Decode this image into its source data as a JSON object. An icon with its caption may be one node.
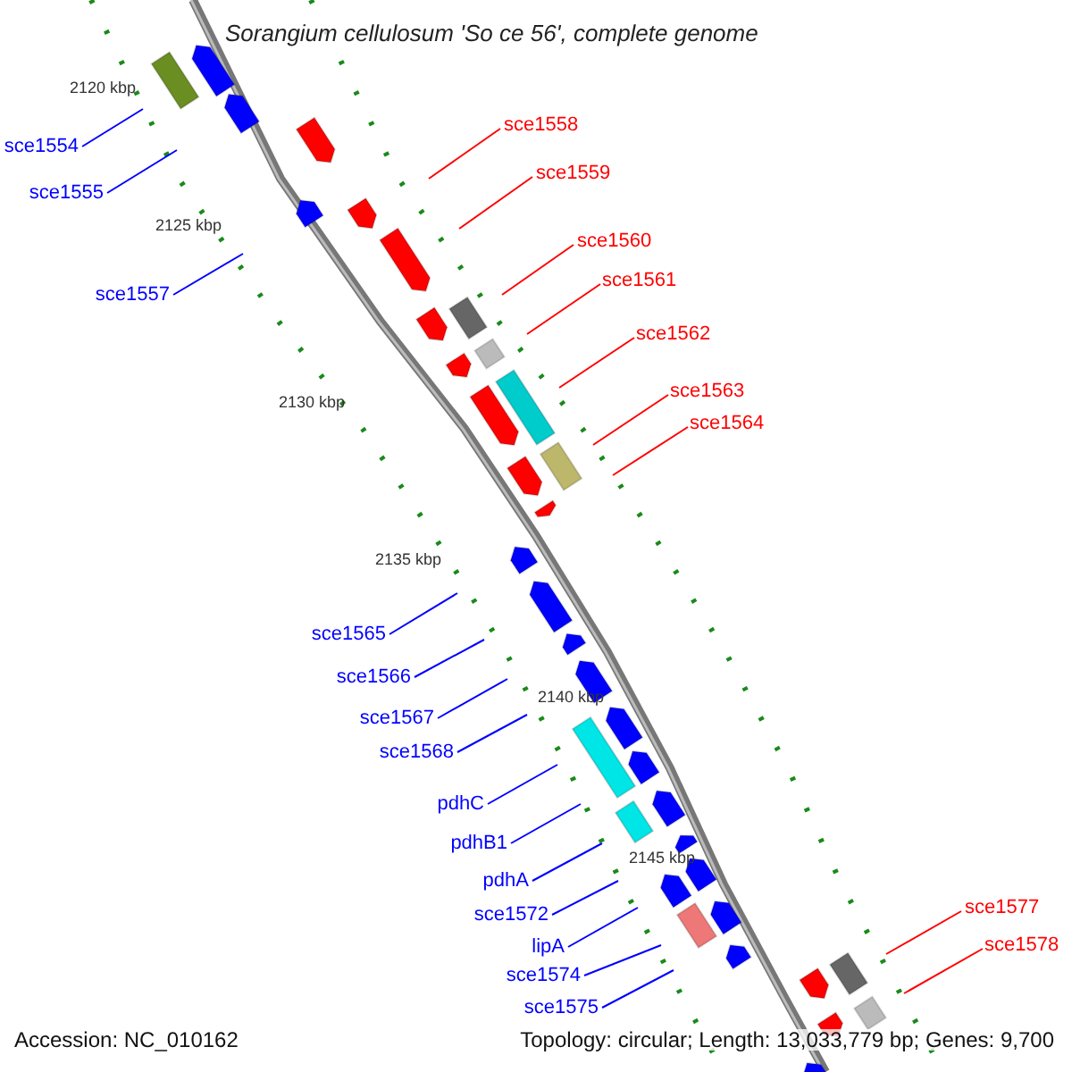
{
  "diagram": {
    "title": "Sorangium cellulosum 'So ce 56', complete genome",
    "nodes": [
      {
        "text": [
          "sce1554"
        ]
      },
      {
        "text": [
          "sce1555"
        ]
      },
      {
        "text": [
          "sce1557"
        ]
      },
      {
        "text": [
          "sce1558"
        ]
      },
      {
        "text": [
          "sce1559"
        ]
      },
      {
        "text": [
          "sce1560"
        ]
      },
      {
        "text": [
          "sce1561"
        ]
      },
      {
        "text": [
          "sce1562"
        ]
      },
      {
        "text": [
          "sce1563"
        ]
      },
      {
        "text": [
          "sce1564"
        ]
      },
      {
        "text": [
          "sce1565"
        ]
      },
      {
        "text": [
          "sce1566"
        ]
      },
      {
        "text": [
          "sce1567"
        ]
      },
      {
        "text": [
          "sce1568"
        ]
      },
      {
        "text": [
          "pdhC"
        ]
      },
      {
        "text": [
          "pdhB1"
        ]
      },
      {
        "text": [
          "pdhA"
        ]
      },
      {
        "text": [
          "sce1572"
        ]
      },
      {
        "text": [
          "lipA"
        ]
      },
      {
        "text": [
          "sce1574"
        ]
      },
      {
        "text": [
          "sce1575"
        ]
      },
      {
        "text": [
          "sce1577"
        ]
      },
      {
        "text": [
          "sce1578"
        ]
      }
    ],
    "edges": [
      {
        "from": 0,
        "to": null,
        "arrow": "none"
      },
      {
        "from": 1,
        "to": null,
        "arrow": "none"
      },
      {
        "from": 2,
        "to": null,
        "arrow": "none"
      },
      {
        "from": 3,
        "to": null,
        "arrow": "none",
        "color": "#ff0000"
      },
      {
        "from": 4,
        "to": null,
        "arrow": "none",
        "color": "#ff0000"
      },
      {
        "from": 5,
        "to": null,
        "arrow": "none",
        "color": "#ff0000"
      },
      {
        "from": 6,
        "to": null,
        "arrow": "none",
        "color": "#ff0000"
      },
      {
        "from": 7,
        "to": null,
        "arrow": "none",
        "color": "#ff0000"
      },
      {
        "from": 8,
        "to": null,
        "arrow": "none",
        "color": "#ff0000"
      },
      {
        "from": 9,
        "to": null,
        "arrow": "none",
        "color": "#ff0000"
      },
      {
        "from": 10,
        "to": null,
        "arrow": "none"
      },
      {
        "from": 11,
        "to": null,
        "arrow": "none"
      },
      {
        "from": 12,
        "to": null,
        "arrow": "none"
      },
      {
        "from": 13,
        "to": null,
        "arrow": "none"
      },
      {
        "from": 14,
        "to": null,
        "arrow": "none"
      },
      {
        "from": 15,
        "to": null,
        "arrow": "none"
      },
      {
        "from": 16,
        "to": null,
        "arrow": "none"
      },
      {
        "from": 17,
        "to": null,
        "arrow": "none"
      },
      {
        "from": 18,
        "to": null,
        "arrow": "none"
      },
      {
        "from": 19,
        "to": null,
        "arrow": "none"
      },
      {
        "from": 20,
        "to": null,
        "arrow": "none"
      },
      {
        "from": 21,
        "to": null,
        "arrow": "none",
        "color": "#ff0000"
      },
      {
        "from": 22,
        "to": null,
        "arrow": "none",
        "color": "#ff0000"
      }
    ],
    "labels": [
      "2120 kbp",
      "2125 kbp",
      "2130 kbp",
      "2135 kbp",
      "2140 kbp",
      "2145 kbp",
      "Accession: NC_010162",
      "Topology: circular; Length: 13,033,779 bp; Genes: 9,700"
    ]
  }
}
